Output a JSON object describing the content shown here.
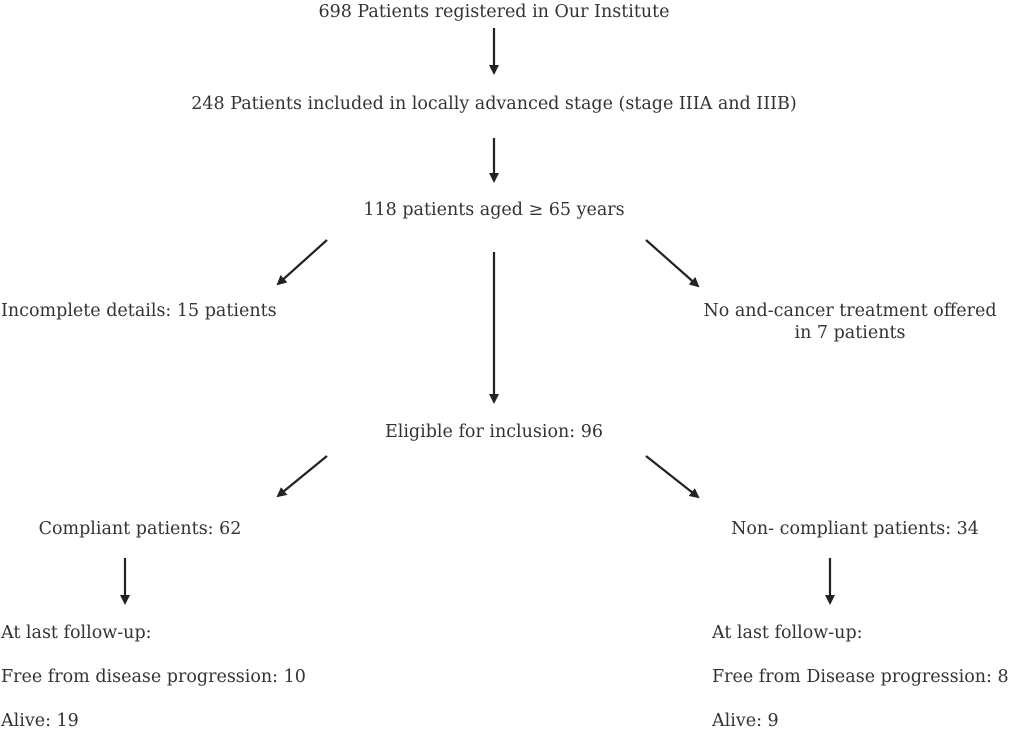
{
  "nodes": {
    "registered": "698 Patients registered in Our Institute",
    "locally_advanced": "248 Patients included in locally advanced stage (stage IIIA and IIIB)",
    "aged": "118 patients aged   ≥ 65 years",
    "incomplete": "Incomplete details: 15 patients",
    "no_treatment_line1": "No and-cancer treatment offered",
    "no_treatment_line2": "in 7 patients",
    "eligible": "Eligible for inclusion: 96",
    "compliant": "Compliant patients: 62",
    "non_compliant": "Non- compliant patients: 34"
  },
  "compliant_followup": {
    "heading": "At last follow-up:",
    "free": "Free from disease progression: 10",
    "alive": "Alive: 19"
  },
  "non_compliant_followup": {
    "heading": "At last follow-up:",
    "free": "Free from Disease progression: 8",
    "alive": "Alive: 9"
  },
  "colors": {
    "text": "#333333",
    "arrow": "#222222"
  }
}
